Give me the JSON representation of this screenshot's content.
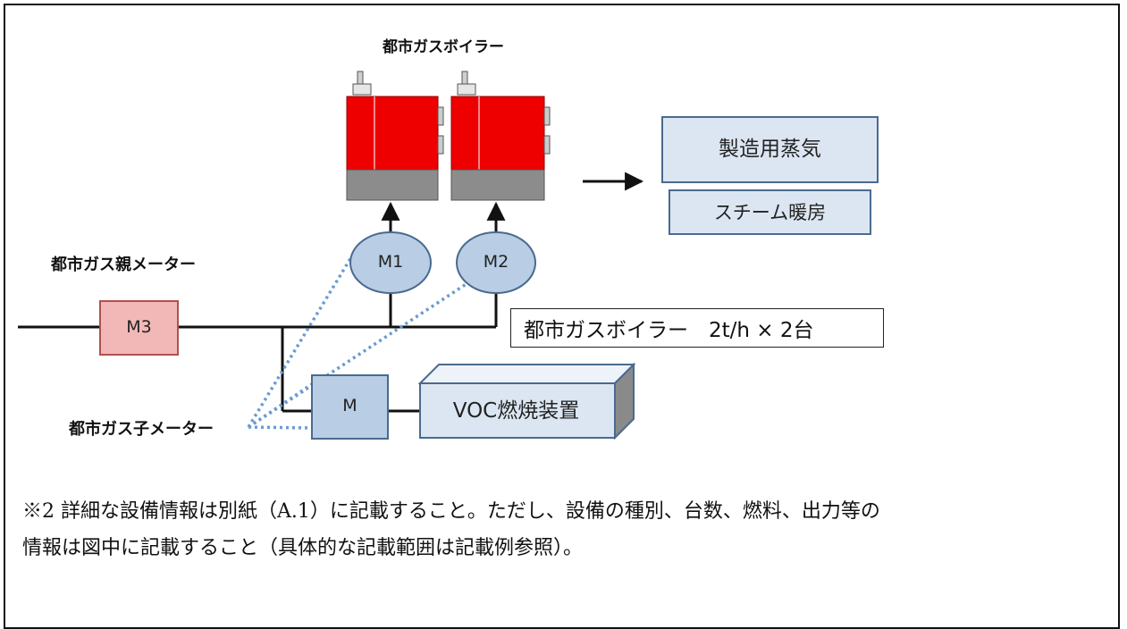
{
  "labels": {
    "boiler_title": "都市ガスボイラー",
    "parent_meter": "都市ガス親メーター",
    "child_meter": "都市ガス子メーター"
  },
  "meters": {
    "m1": "M1",
    "m2": "M2",
    "m3": "M3",
    "m": "M"
  },
  "outputs": {
    "steam_process": "製造用蒸気",
    "steam_heating": "スチーム暖房"
  },
  "voc_device": "VOC燃焼装置",
  "spec_box": "都市ガスボイラー　2t/h × 2台",
  "note": {
    "line1": "※2 詳細な設備情報は別紙（A.1）に記載すること。ただし、設備の種別、台数、燃料、出力等の",
    "line2": "情報は図中に記載すること（具体的な記載範囲は記載例参照）。"
  },
  "colors": {
    "boiler_red": "#ee0000",
    "boiler_base": "#8c8c8c",
    "meter_fill": "#b9cde5",
    "meter_stroke": "#4a6a8f",
    "m3_fill": "#f2b8b8",
    "m3_stroke": "#b05050",
    "box_fill": "#dce6f2",
    "dotted_line": "#6b9bd2"
  }
}
